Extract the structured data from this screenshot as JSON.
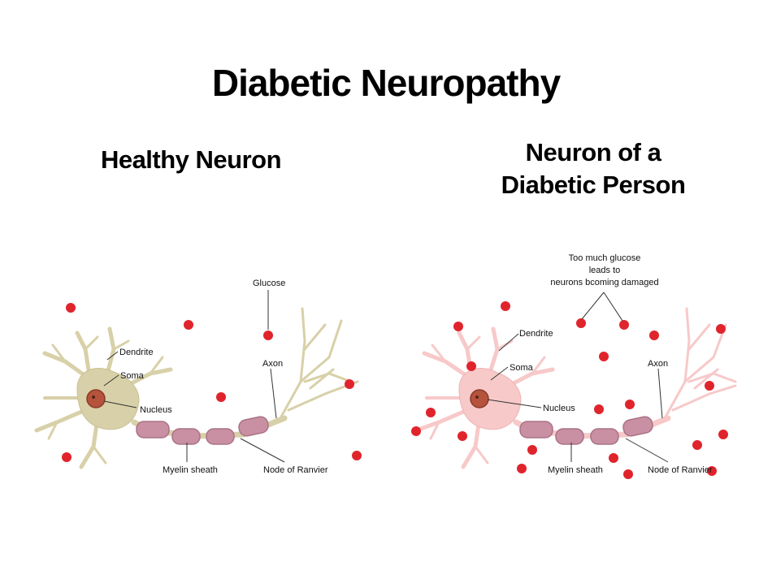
{
  "title": "Diabetic Neuropathy",
  "healthy": {
    "heading": "Healthy Neuron",
    "labels": {
      "glucose": "Glucose",
      "dendrite": "Dendrite",
      "soma": "Soma",
      "nucleus": "Nucleus",
      "axon": "Axon",
      "myelin": "Myelin sheath",
      "ranvier": "Node of Ranvier"
    },
    "colors": {
      "body": "#d8d0a8",
      "outline": "#c9bf93",
      "nucleus": "#b5533c"
    }
  },
  "diabetic": {
    "heading_line1": "Neuron of a",
    "heading_line2": "Diabetic Person",
    "note_line1": "Too much glucose",
    "note_line2": "leads to",
    "note_line3": "neurons bcoming damaged",
    "labels": {
      "dendrite": "Dendrite",
      "soma": "Soma",
      "nucleus": "Nucleus",
      "axon": "Axon",
      "myelin": "Myelin sheath",
      "ranvier": "Node of Ranvier"
    },
    "colors": {
      "body": "#f7c9c9",
      "outline": "#f0b3b3",
      "nucleus": "#b5533c"
    }
  },
  "colors": {
    "glucose": "#e0242c",
    "myelin": "#c98fa2",
    "myelin_edge": "#a97386"
  }
}
